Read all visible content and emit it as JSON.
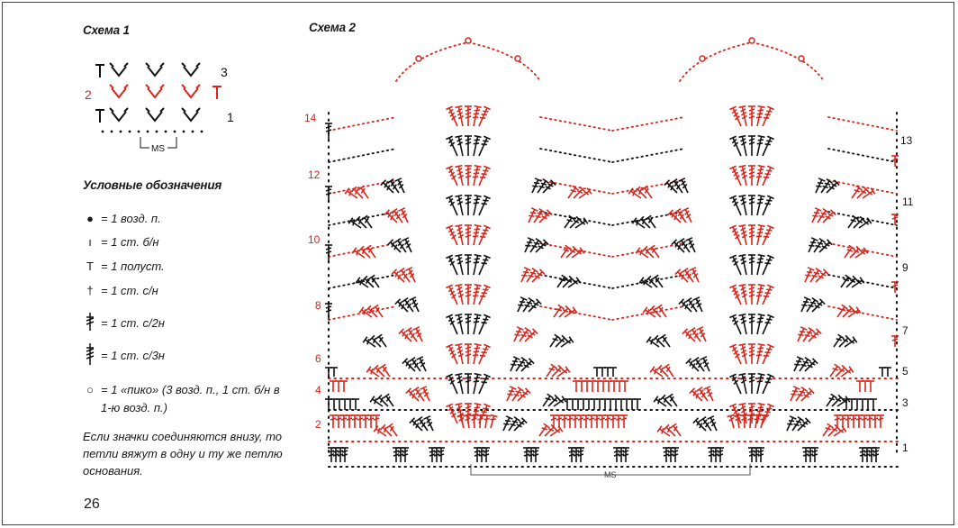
{
  "colors": {
    "black": "#111111",
    "red": "#d9261c",
    "grey": "#555555"
  },
  "scheme1": {
    "title": "Схема 1",
    "row_numbers": [
      "3",
      "2",
      "1"
    ],
    "repeat_label": "MS"
  },
  "scheme2": {
    "title": "Схема 2",
    "left_row_numbers": [
      "14",
      "12",
      "10",
      "8",
      "6",
      "4",
      "2"
    ],
    "right_row_numbers": [
      "13",
      "11",
      "9",
      "7",
      "5",
      "3",
      "1"
    ],
    "repeat_label": "MS"
  },
  "legend": {
    "title": "Условные обозначения",
    "items": [
      {
        "icon": "chain-dot-icon",
        "label": "= 1 возд. п."
      },
      {
        "icon": "slip-stitch-icon",
        "label": "= 1 ст. б/н"
      },
      {
        "icon": "half-double-icon",
        "label": "= 1 полуст."
      },
      {
        "icon": "double-crochet-icon",
        "label": "= 1 ст. с/н"
      },
      {
        "icon": "treble-crochet-icon",
        "label": "= 1 ст. с/2н"
      },
      {
        "icon": "double-treble-icon",
        "label": "= 1 ст. с/3н"
      },
      {
        "icon": "picot-icon",
        "label": "= 1 «пико» (3 возд. п., 1 ст. б/н в 1-ю возд. п.)"
      }
    ]
  },
  "note": "Если значки соединяются внизу, то петли вяжут в одну и ту же петлю основания.",
  "page_number": "26"
}
